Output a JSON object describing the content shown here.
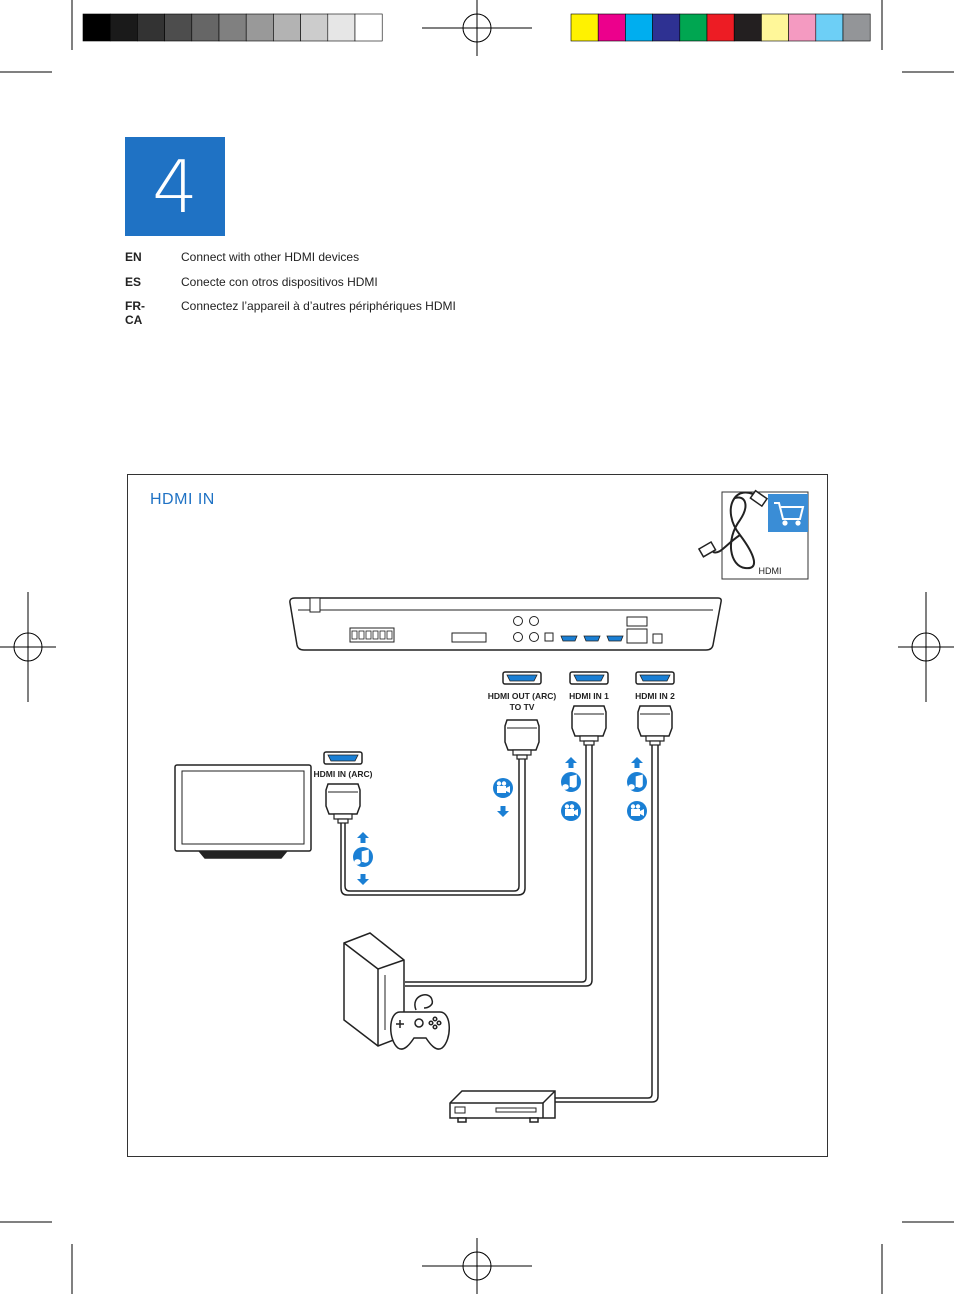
{
  "step": {
    "number": "4"
  },
  "languages": [
    {
      "code": "EN",
      "text": "Connect with other HDMI devices"
    },
    {
      "code": "ES",
      "text": "Conecte con otros dispositivos HDMI"
    },
    {
      "code": "FR-CA",
      "text": "Connectez l’appareil à d’autres périphériques HDMI"
    }
  ],
  "diagram": {
    "title": "HDMI IN",
    "cable_box_label": "HDMI",
    "ports": {
      "out_arc_line1": "HDMI OUT (ARC)",
      "out_arc_line2": "TO TV",
      "in1": "HDMI IN 1",
      "in2": "HDMI IN 2",
      "tv_in_arc": "HDMI IN (ARC)"
    }
  },
  "colors": {
    "accent_blue": "#1f72c4",
    "icon_blue": "#1a7fd4",
    "swatches_gray": [
      "#000000",
      "#1a1a1a",
      "#333333",
      "#4d4d4d",
      "#666666",
      "#808080",
      "#999999",
      "#b3b3b3",
      "#cccccc",
      "#e6e6e6",
      "#ffffff"
    ],
    "swatches_color": [
      "#fff200",
      "#ec008c",
      "#00aeef",
      "#2e3192",
      "#00a651",
      "#ed1c24",
      "#231f20",
      "#fff799",
      "#f49ac1",
      "#6dcff6",
      "#939598"
    ]
  }
}
